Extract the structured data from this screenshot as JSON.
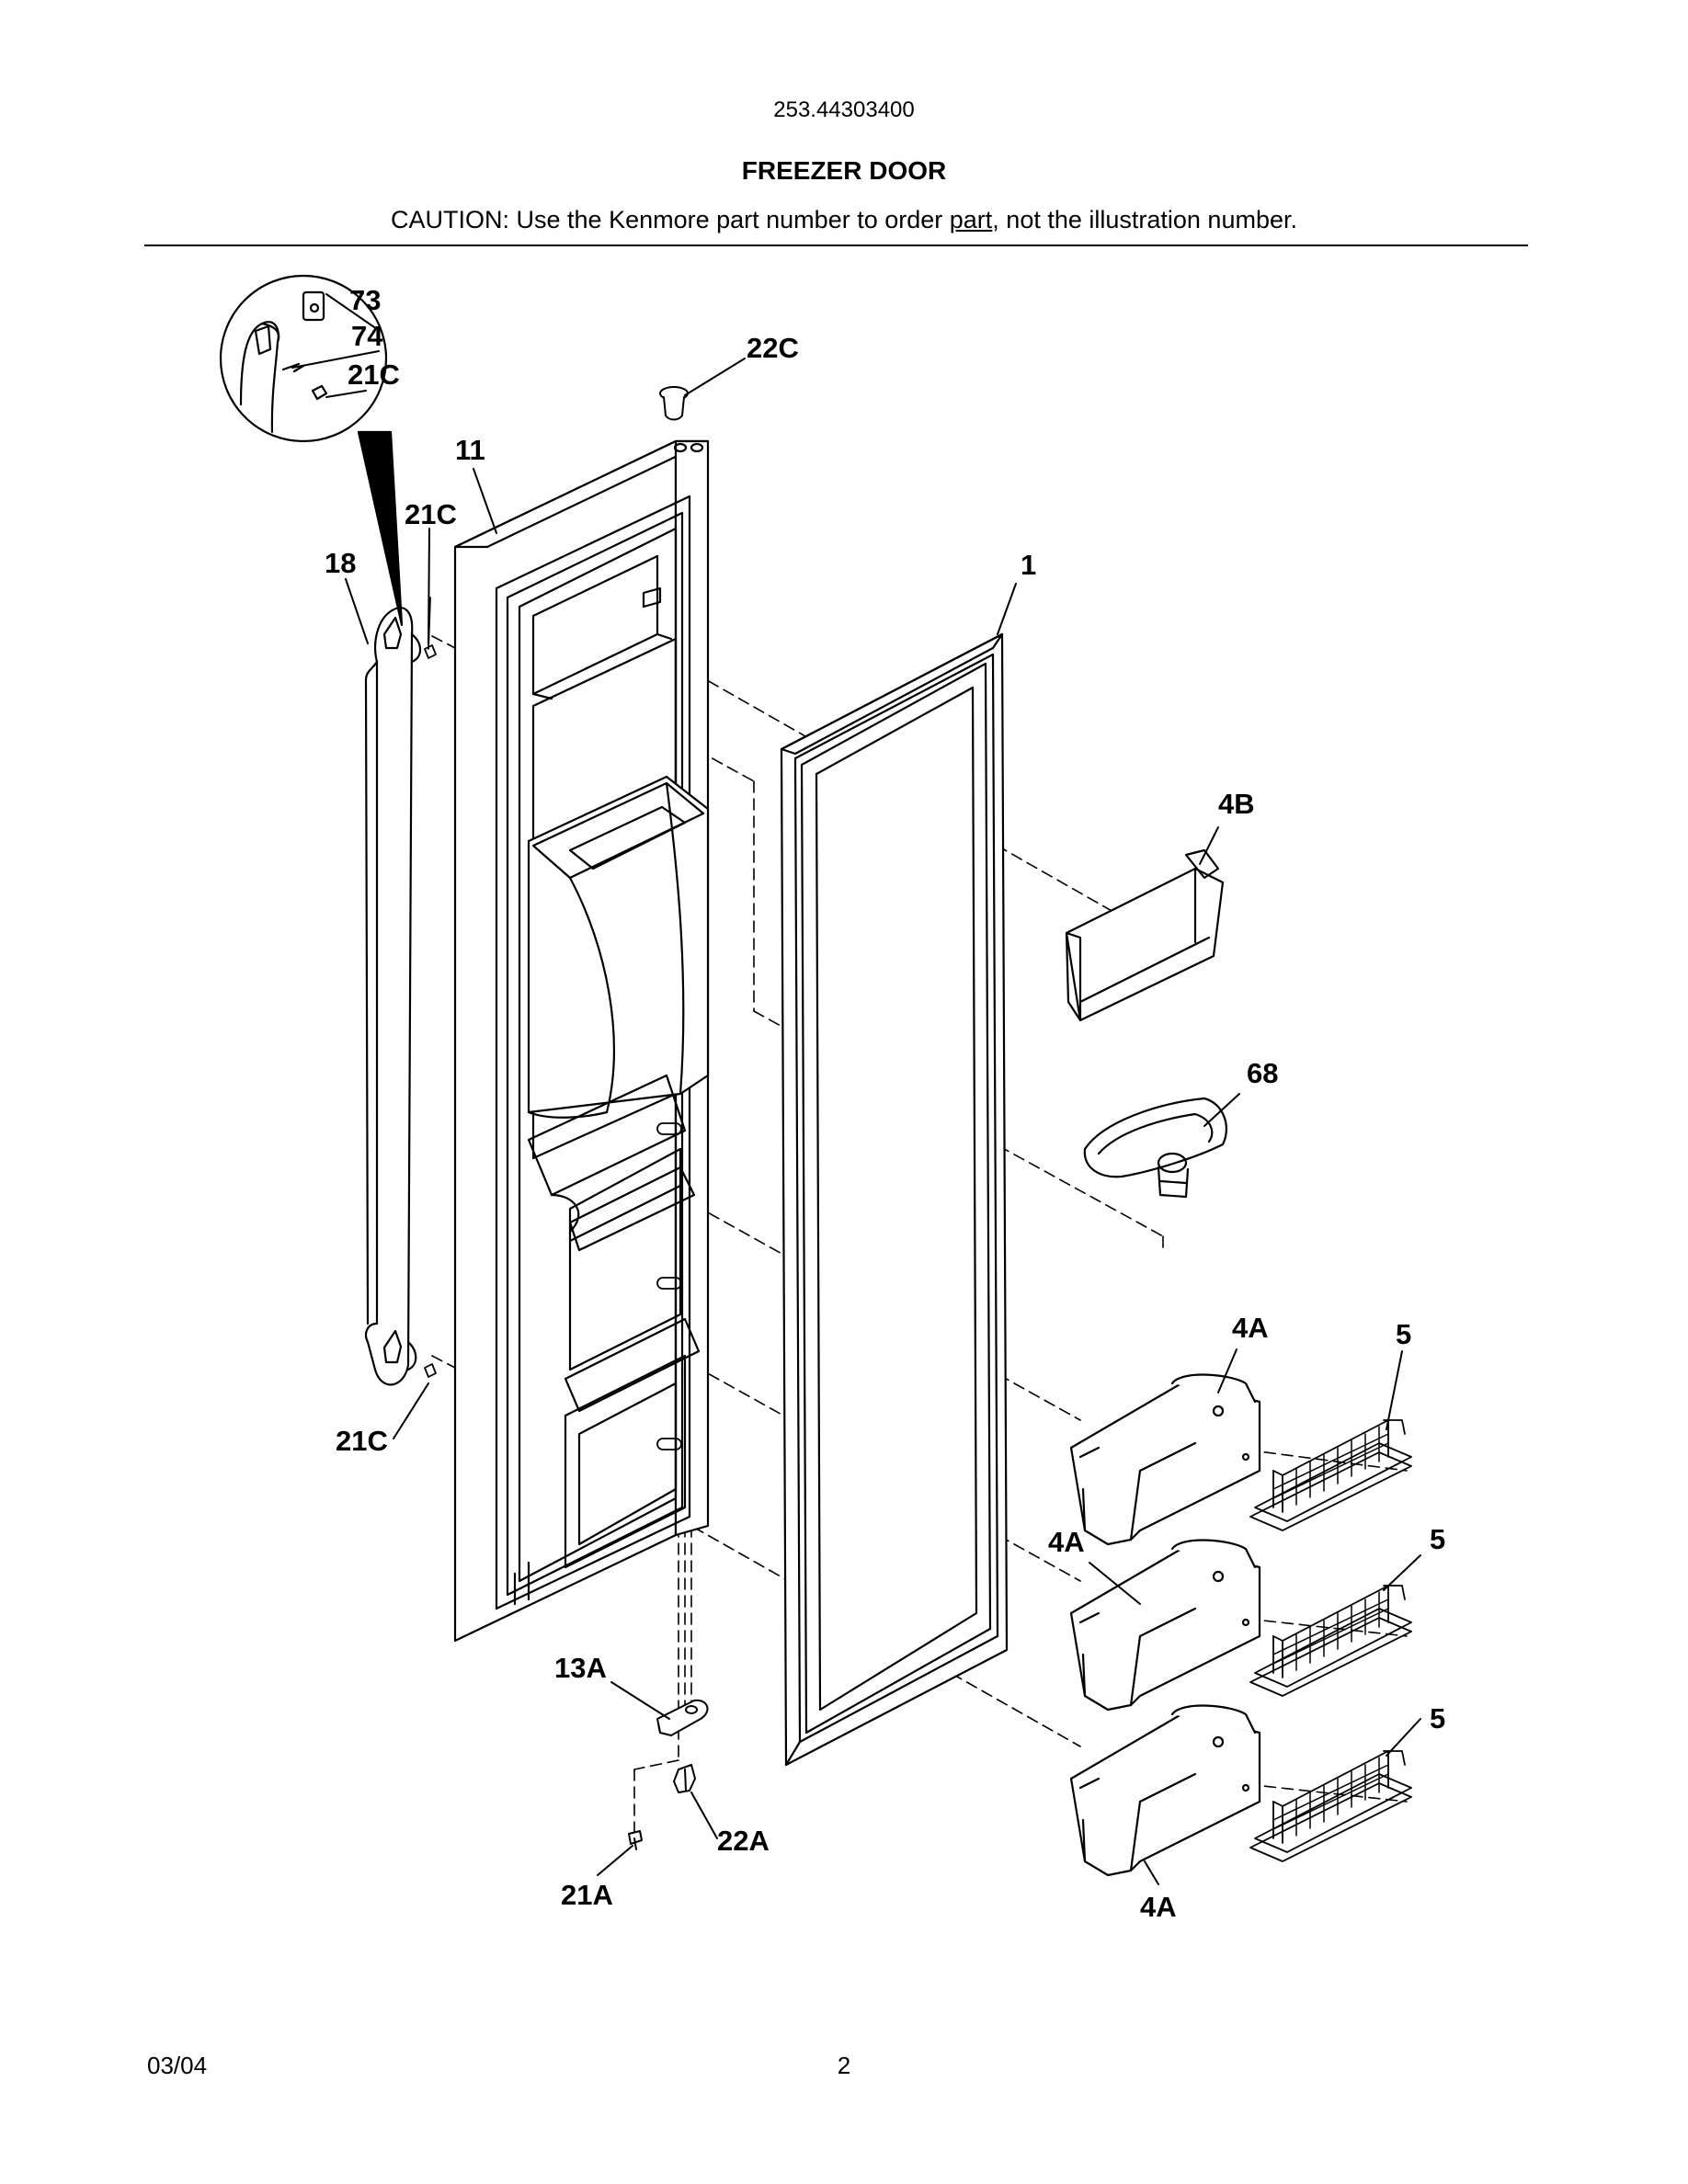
{
  "header": {
    "model_number": "253.44303400",
    "title": "FREEZER DOOR",
    "caution_before": "CAUTION: Use the Kenmore part number to order ",
    "caution_underlined": "part",
    "caution_after": ", not the illustration number."
  },
  "callouts": {
    "c73": "73",
    "c74": "74",
    "c21c_inset": "21C",
    "c22c": "22C",
    "c11": "11",
    "c21c_top": "21C",
    "c18": "18",
    "c1": "1",
    "c4b": "4B",
    "c68": "68",
    "c4a_1": "4A",
    "c5_1": "5",
    "c21c_bottom": "21C",
    "c4a_2": "4A",
    "c5_2": "5",
    "c13a": "13A",
    "c5_3": "5",
    "c22a": "22A",
    "c21a": "21A",
    "c4a_3": "4A"
  },
  "footer": {
    "date": "03/04",
    "page": "2"
  }
}
